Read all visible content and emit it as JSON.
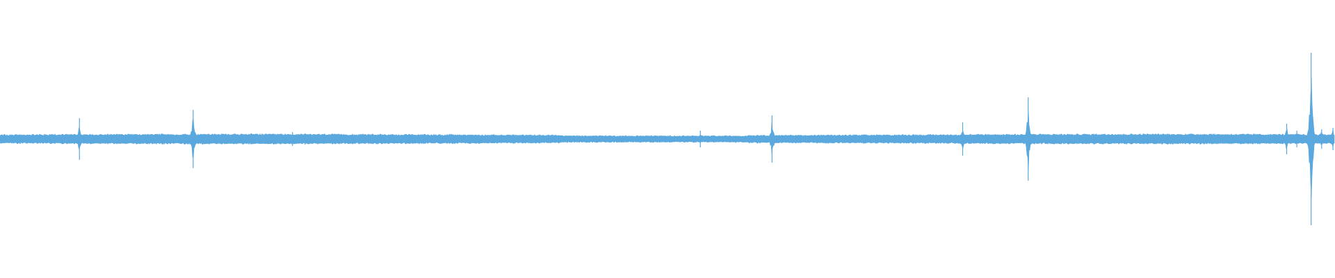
{
  "chart_data": {
    "type": "area",
    "title": "",
    "xlabel": "",
    "ylabel": "",
    "grid": false,
    "legend": "none",
    "x_range": [
      0,
      1
    ],
    "y_range": [
      -1,
      1
    ],
    "series": [
      {
        "color": "#5aa8de",
        "baseline_amplitude": 0.035,
        "peaks": [
          {
            "x": 0.0595,
            "amplitude": 0.15
          },
          {
            "x": 0.1447,
            "amplitude": 0.21
          },
          {
            "x": 0.2191,
            "amplitude": 0.05
          },
          {
            "x": 0.2285,
            "amplitude": 0.04
          },
          {
            "x": 0.5246,
            "amplitude": 0.06
          },
          {
            "x": 0.5783,
            "amplitude": 0.17
          },
          {
            "x": 0.7211,
            "amplitude": 0.12
          },
          {
            "x": 0.7702,
            "amplitude": 0.3
          },
          {
            "x": 0.9638,
            "amplitude": 0.11
          },
          {
            "x": 0.9714,
            "amplitude": 0.06
          },
          {
            "x": 0.9821,
            "amplitude": 0.62
          },
          {
            "x": 0.99,
            "amplitude": 0.07
          },
          {
            "x": 0.9985,
            "amplitude": 0.08
          }
        ]
      }
    ]
  }
}
